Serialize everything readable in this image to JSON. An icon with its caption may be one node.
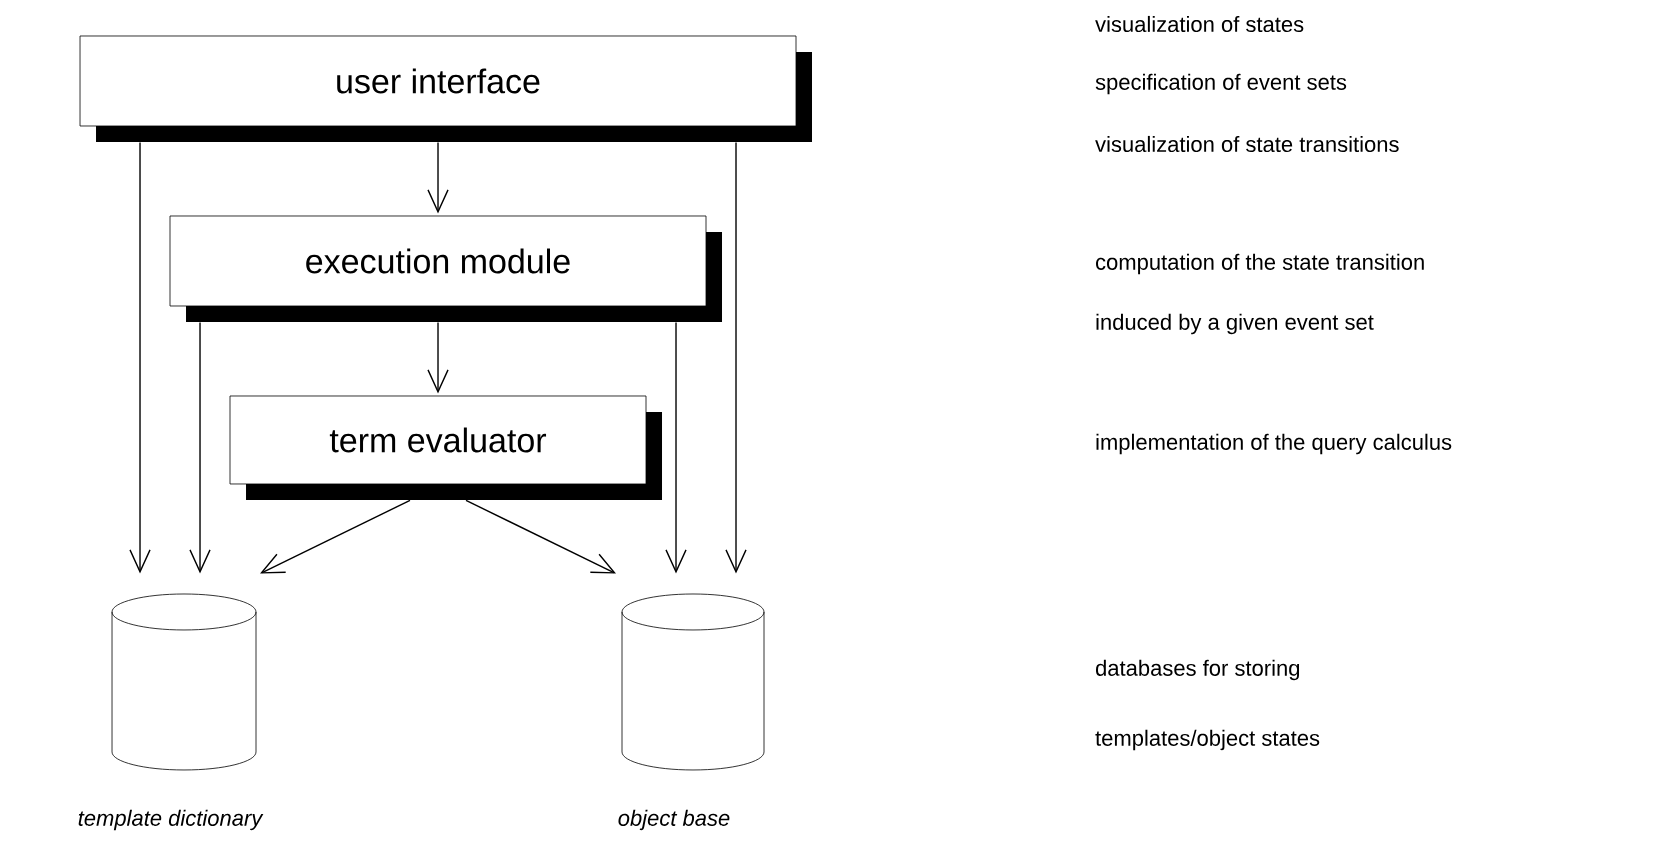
{
  "diagram": {
    "nodes": [
      {
        "text": [
          "user interface"
        ]
      },
      {
        "text": [
          "execution module"
        ]
      },
      {
        "text": [
          "term evaluator"
        ]
      },
      {
        "text": [],
        "shape": "cylinder",
        "beside": [
          "template dictionary"
        ]
      },
      {
        "text": [],
        "shape": "cylinder",
        "beside": [
          "object base"
        ]
      }
    ],
    "edges": [
      {
        "from": 0,
        "to": 1,
        "arrow": "to"
      },
      {
        "from": 1,
        "to": 2,
        "arrow": "to"
      },
      {
        "from": 0,
        "to": 3,
        "arrow": "to"
      },
      {
        "from": 1,
        "to": 3,
        "arrow": "to"
      },
      {
        "from": 2,
        "to": 3,
        "arrow": "to"
      },
      {
        "from": 2,
        "to": 4,
        "arrow": "to"
      },
      {
        "from": 1,
        "to": 4,
        "arrow": "to"
      },
      {
        "from": 0,
        "to": 4,
        "arrow": "to"
      }
    ],
    "labels": [
      "visualization of states",
      "specification of  event sets",
      "visualization of state transitions",
      "computation of the state transition",
      "induced by a given event set",
      "implementation of the query calculus",
      "databases for storing",
      "templates/object states"
    ]
  }
}
